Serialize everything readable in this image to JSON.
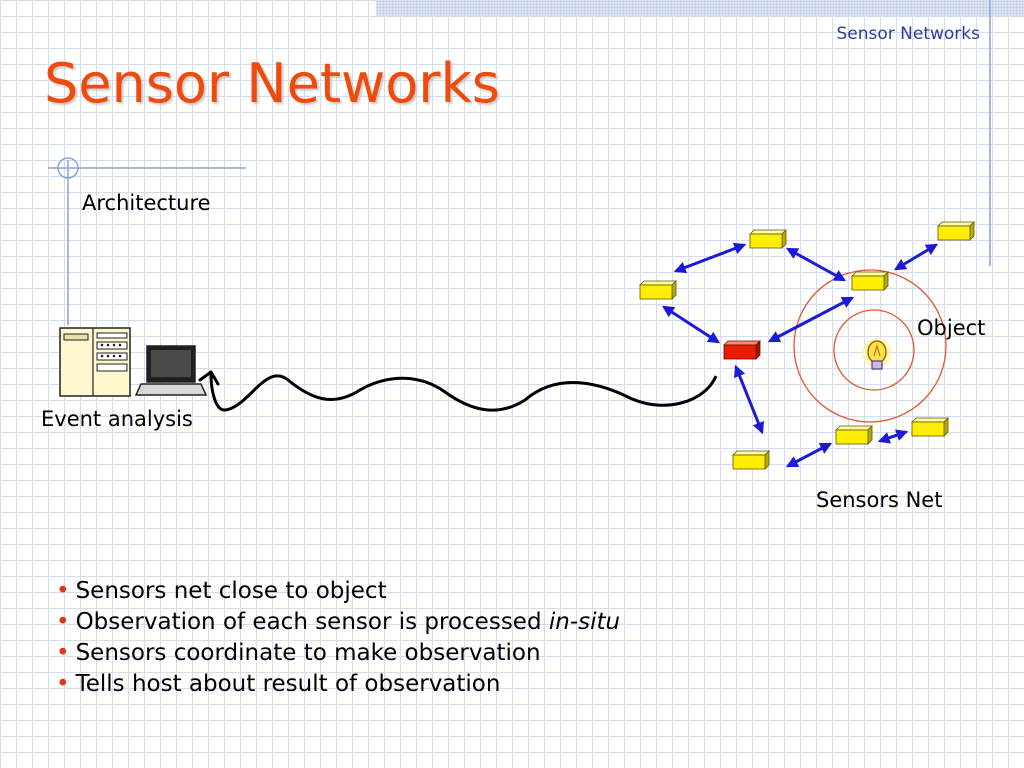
{
  "header": {
    "title": "Sensor Networks"
  },
  "slide": {
    "title": "Sensor Networks"
  },
  "diagram": {
    "section_label": "Architecture",
    "host_label": "Event analysis",
    "object_label": "Object",
    "network_label": "Sensors Net"
  },
  "bullets": [
    {
      "text": "Sensors net close to object"
    },
    {
      "text": "Observation of each sensor is processed ",
      "emphasis": "in-situ"
    },
    {
      "text": "Sensors coordinate to make observation"
    },
    {
      "text": "Tells host about result of observation"
    }
  ],
  "colors": {
    "title": "#f04a0c",
    "header": "#2b3c9a",
    "sensor": "#ffee00",
    "sink": "#e81c00",
    "arrow": "#1b1bd6",
    "range_circle": "#e3562e",
    "bullet_mark": "#e2351b"
  },
  "icons": {
    "host": [
      "server-icon",
      "laptop-icon"
    ],
    "object": "lightbulb-icon"
  }
}
